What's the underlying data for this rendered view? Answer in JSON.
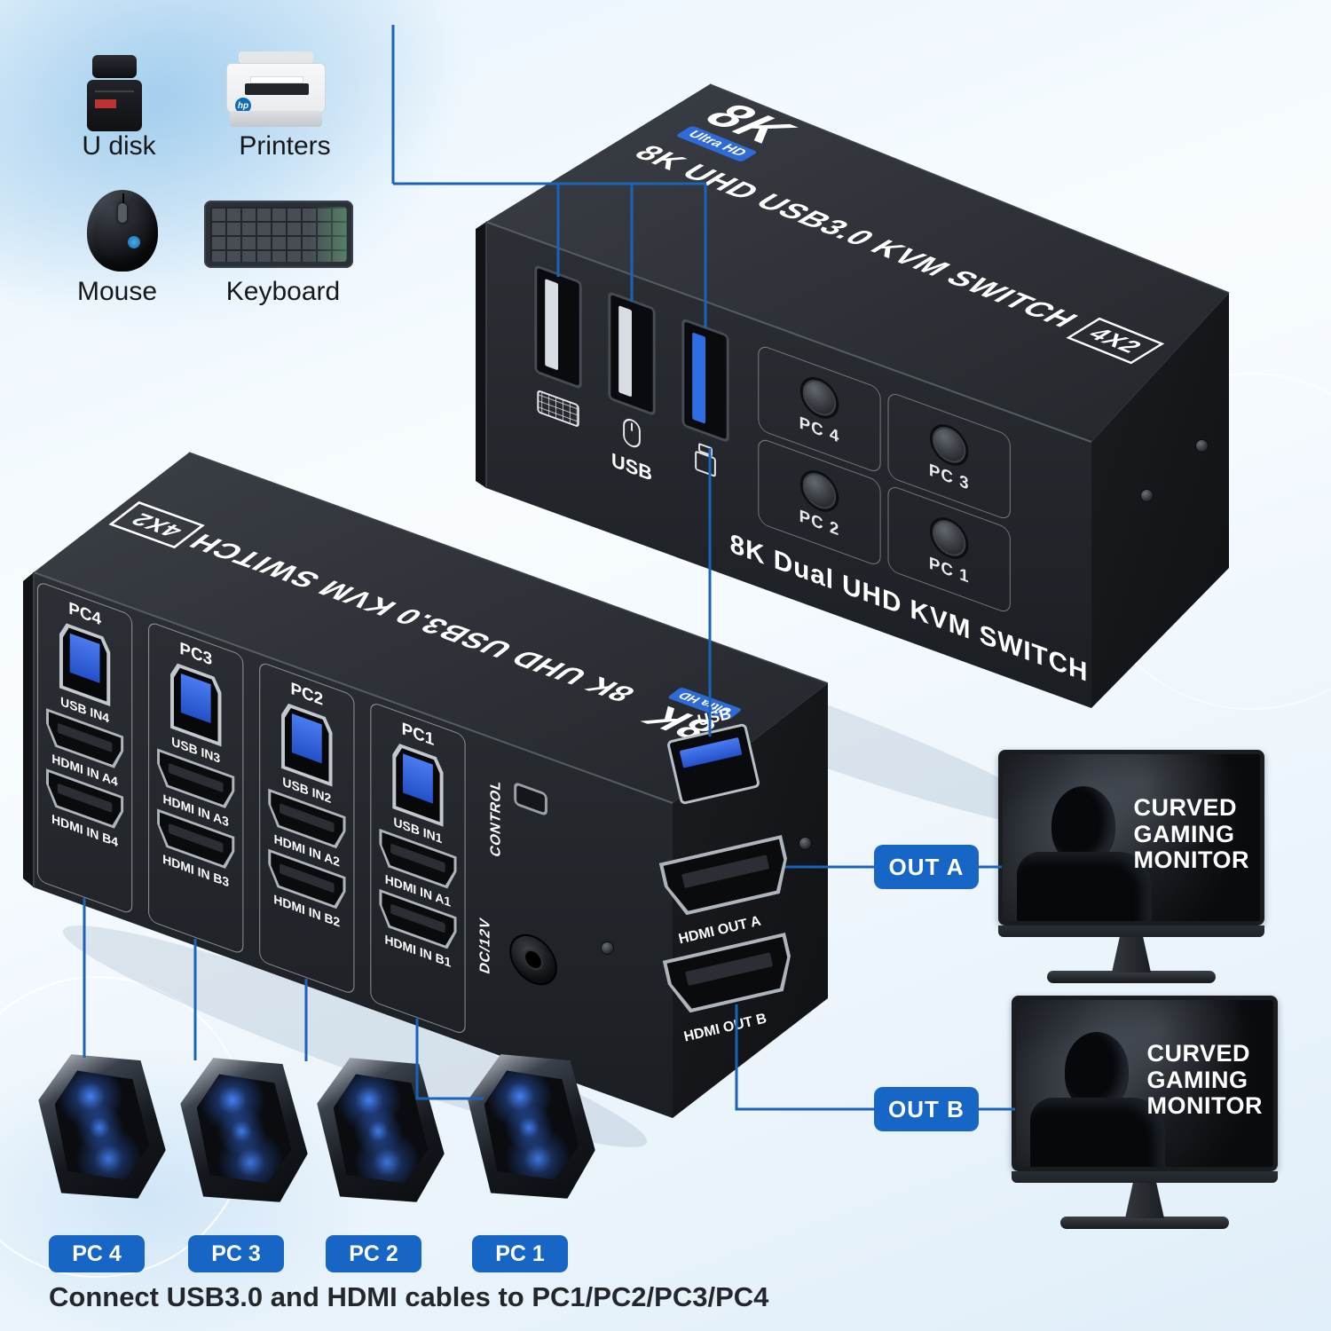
{
  "colors": {
    "accent": "#1766c5",
    "line": "#1b63b8"
  },
  "peripherals": {
    "items": [
      {
        "label": "U disk",
        "icon": "usb-flash-drive-icon"
      },
      {
        "label": "Printers",
        "icon": "printer-icon"
      },
      {
        "label": "Mouse",
        "icon": "mouse-icon"
      },
      {
        "label": "Keyboard",
        "icon": "keyboard-icon"
      }
    ]
  },
  "printer_logo": "hp",
  "front_view": {
    "logo_8k": "8K",
    "logo_uhd": "Ultra HD",
    "top_title": "8K UHD USB3.0 KVM SWITCH",
    "top_badge": "4X2",
    "usb_section_label": "USB",
    "buttons": [
      {
        "label": "PC 4"
      },
      {
        "label": "PC 3"
      },
      {
        "label": "PC 2"
      },
      {
        "label": "PC 1"
      }
    ],
    "front_caption": "8K Dual UHD KVM SWITCH"
  },
  "rear_view": {
    "logo_8k": "8K",
    "logo_uhd": "Ultra HD",
    "top_title": "8K UHD USB3.0 KVM SWITCH",
    "top_badge": "4X2",
    "port_groups": [
      {
        "pc": "PC4",
        "usb": "USB IN4",
        "hdmi_a": "HDMI IN A4",
        "hdmi_b": "HDMI IN B4"
      },
      {
        "pc": "PC3",
        "usb": "USB IN3",
        "hdmi_a": "HDMI IN A3",
        "hdmi_b": "HDMI IN B3"
      },
      {
        "pc": "PC2",
        "usb": "USB IN2",
        "hdmi_a": "HDMI IN A2",
        "hdmi_b": "HDMI IN B2"
      },
      {
        "pc": "PC1",
        "usb": "USB IN1",
        "hdmi_a": "HDMI IN A1",
        "hdmi_b": "HDMI IN B1"
      }
    ],
    "control_label": "CONTROL",
    "power_label": "DC/12V",
    "side_usb_label": "USB",
    "hdmi_out_a": "HDMI OUT A",
    "hdmi_out_b": "HDMI OUT B"
  },
  "outputs": [
    {
      "badge": "OUT A",
      "monitor": {
        "line1": "CURVED",
        "line2": "GAMING",
        "line3": "MONITOR"
      }
    },
    {
      "badge": "OUT B",
      "monitor": {
        "line1": "CURVED",
        "line2": "GAMING",
        "line3": "MONITOR"
      }
    }
  ],
  "pcs": [
    {
      "label": "PC 4"
    },
    {
      "label": "PC 3"
    },
    {
      "label": "PC 2"
    },
    {
      "label": "PC 1"
    }
  ],
  "caption": "Connect USB3.0 and HDMI cables to PC1/PC2/PC3/PC4"
}
